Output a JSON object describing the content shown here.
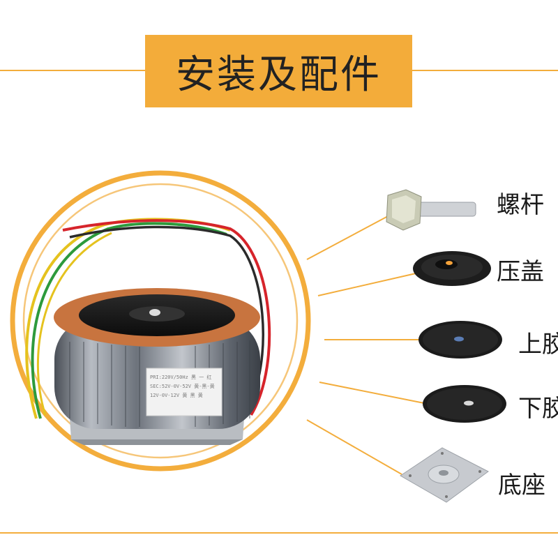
{
  "banner": {
    "title": "安装及配件"
  },
  "accent_color": "#f3ac3a",
  "parts": [
    {
      "name": "bolt",
      "label": "螺杆"
    },
    {
      "name": "press-cover",
      "label": "压盖"
    },
    {
      "name": "upper-pad",
      "label": "上胶"
    },
    {
      "name": "lower-pad",
      "label": "下胶"
    },
    {
      "name": "base",
      "label": "底座"
    }
  ],
  "product": {
    "label_lines": [
      "PRI:220V/50Hz 黑 一 红",
      "SEC:52V-0V-52V 黄-黑-黄",
      "12V-0V-12V 黄 黑 黄"
    ]
  }
}
